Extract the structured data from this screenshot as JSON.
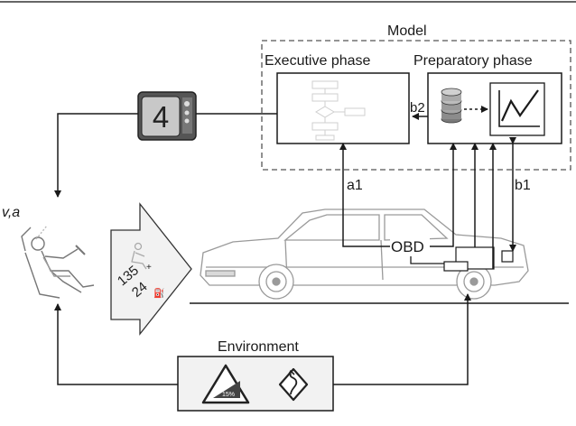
{
  "model": {
    "title": "Model",
    "executive_phase": "Executive phase",
    "preparatory_phase": "Preparatory phase"
  },
  "display": {
    "digit": "4"
  },
  "links": {
    "a1": "a1",
    "b1": "b1",
    "b2": "b2"
  },
  "driver": {
    "state_label": "v,a"
  },
  "vehicle": {
    "obd_label": "OBD"
  },
  "arrow_panel": {
    "top_value": "135",
    "bottom_value": "24"
  },
  "environment": {
    "title": "Environment",
    "slope_sign": "15%"
  },
  "colors": {
    "line": "#1a1a1a",
    "car": "#9a9a9a",
    "panel": "#f2f2f2",
    "dashed_box": "#555555"
  }
}
